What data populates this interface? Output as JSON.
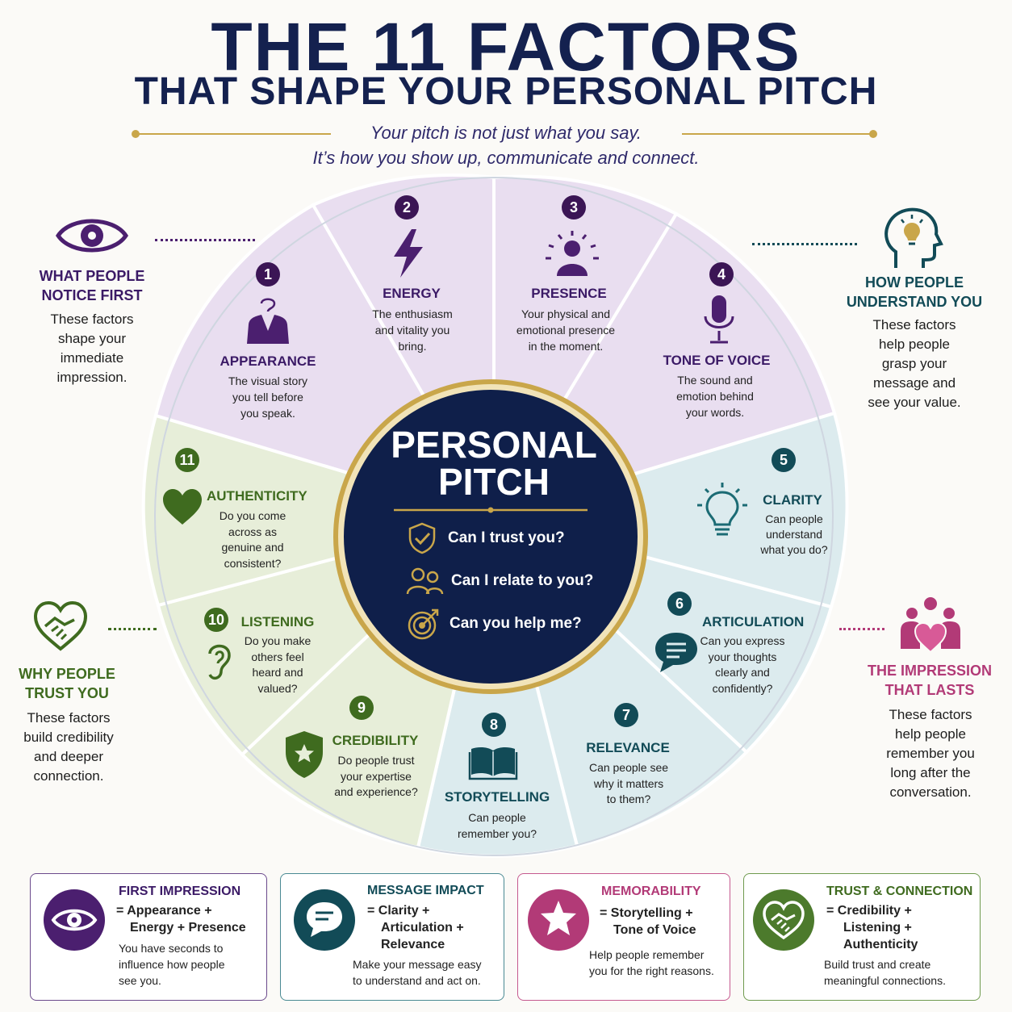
{
  "title_main": "THE 11 FACTORS",
  "title_sub": "THAT SHAPE YOUR PERSONAL PITCH",
  "subtitle_line1": "Your pitch is not just what you say.",
  "subtitle_line2": "It’s how you show up, communicate and connect.",
  "colors": {
    "navy": "#14214f",
    "purple": "#4b1f6f",
    "purple_bg": "#e9def0",
    "teal": "#1b6b74",
    "teal_bg": "#dcebee",
    "green": "#4c7a2c",
    "green_bg": "#e7eed9",
    "magenta": "#b23a77",
    "gold": "#c9a64a"
  },
  "center": {
    "title_line1": "PERSONAL",
    "title_line2": "PITCH",
    "questions": [
      "Can I trust you?",
      "Can I relate to you?",
      "Can you help me?"
    ]
  },
  "factors": [
    {
      "num": "1",
      "title": "APPEARANCE",
      "d1": "The visual story",
      "d2": "you tell before",
      "d3": "you speak."
    },
    {
      "num": "2",
      "title": "ENERGY",
      "d1": "The enthusiasm",
      "d2": "and vitality you",
      "d3": "bring."
    },
    {
      "num": "3",
      "title": "PRESENCE",
      "d1": "Your physical and",
      "d2": "emotional presence",
      "d3": "in the moment."
    },
    {
      "num": "4",
      "title": "TONE OF VOICE",
      "d1": "The sound and",
      "d2": "emotion behind",
      "d3": "your words."
    },
    {
      "num": "5",
      "title": "CLARITY",
      "d1": "Can people",
      "d2": "understand",
      "d3": "what you do?"
    },
    {
      "num": "6",
      "title": "ARTICULATION",
      "d1": "Can you express",
      "d2": "your thoughts",
      "d3": "clearly and",
      "d4": "confidently?"
    },
    {
      "num": "7",
      "title": "RELEVANCE",
      "d1": "Can people see",
      "d2": "why it matters",
      "d3": "to them?"
    },
    {
      "num": "8",
      "title": "STORYTELLING",
      "d1": "Can people",
      "d2": "remember you?"
    },
    {
      "num": "9",
      "title": "CREDIBILITY",
      "d1": "Do people trust",
      "d2": "your expertise",
      "d3": "and experience?"
    },
    {
      "num": "10",
      "title": "LISTENING",
      "d1": "Do you make",
      "d2": "others feel",
      "d3": "heard and",
      "d4": "valued?"
    },
    {
      "num": "11",
      "title": "AUTHENTICITY",
      "d1": "Do you come",
      "d2": "across as",
      "d3": "genuine and",
      "d4": "consistent?"
    }
  ],
  "sides": {
    "notice": {
      "t1": "WHAT PEOPLE",
      "t2": "NOTICE FIRST",
      "d1": "These factors",
      "d2": "shape your",
      "d3": "immediate",
      "d4": "impression."
    },
    "understand": {
      "t1": "HOW PEOPLE",
      "t2": "UNDERSTAND YOU",
      "d1": "These factors",
      "d2": "help people",
      "d3": "grasp your",
      "d4": "message and",
      "d5": "see your value."
    },
    "trust": {
      "t1": "WHY PEOPLE",
      "t2": "TRUST YOU",
      "d1": "These factors",
      "d2": "build credibility",
      "d3": "and deeper",
      "d4": "connection."
    },
    "lasts": {
      "t1": "THE IMPRESSION",
      "t2": "THAT LASTS",
      "d1": "These factors",
      "d2": "help people",
      "d3": "remember you",
      "d4": "long after the",
      "d5": "conversation."
    }
  },
  "cards": [
    {
      "title": "FIRST IMPRESSION",
      "e1": "=  Appearance +",
      "e2": "Energy + Presence",
      "d1": "You have seconds to",
      "d2": "influence how people",
      "d3": "see you."
    },
    {
      "title": "MESSAGE IMPACT",
      "e1": "=  Clarity +",
      "e2": "Articulation +",
      "e3": "Relevance",
      "d1": "Make your message easy",
      "d2": "to understand and act on."
    },
    {
      "title": "MEMORABILITY",
      "e1": "=  Storytelling +",
      "e2": "Tone of Voice",
      "d1": "Help people remember",
      "d2": "you for the right reasons."
    },
    {
      "title": "TRUST & CONNECTION",
      "e1": "=  Credibility +",
      "e2": "Listening +",
      "e3": "Authenticity",
      "d1": "Build trust and create",
      "d2": "meaningful connections."
    }
  ]
}
